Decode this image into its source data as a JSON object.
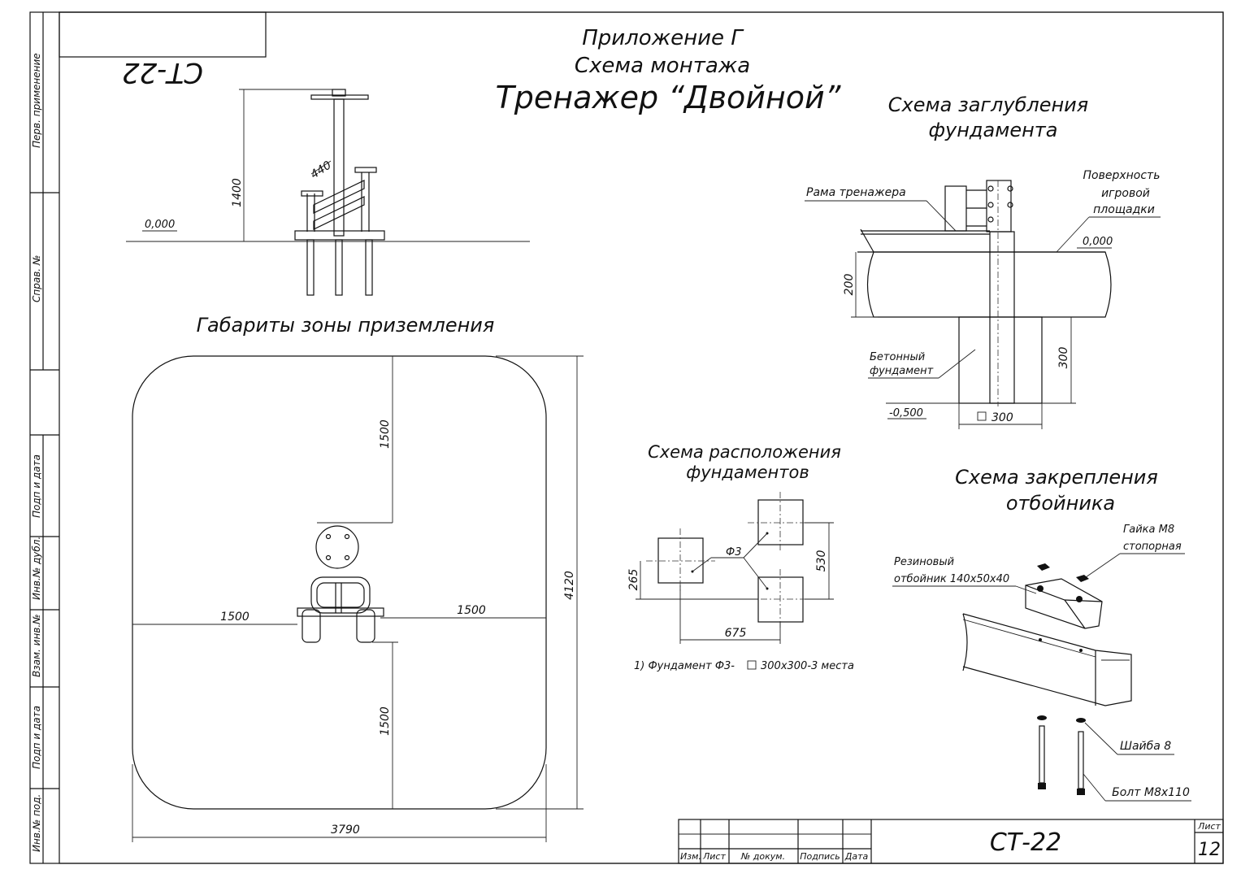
{
  "sheet": {
    "code_mirrored": "СТ-22",
    "appendix": "Приложение Г",
    "scheme_title": "Схема монтажа",
    "product_title": "Тренажер “Двойной”"
  },
  "side_stamp": {
    "first_use": "Перв. применение",
    "ref_no": "Справ. №",
    "sign_date_1": "Подп и дата",
    "dup_inv": "Инв.№ дубл.",
    "replace_inv": "Взам. инв.№",
    "sign_date_2": "Подп и дата",
    "orig_inv": "Инв.№ под."
  },
  "elevation": {
    "level": "0,000",
    "height": "1400",
    "width": "440"
  },
  "landing_zone": {
    "title": "Габариты зоны приземления",
    "dim_top": "1500",
    "dim_bottom": "1500",
    "dim_left": "1500",
    "dim_right": "1500",
    "dim_height": "4120",
    "dim_width": "3790"
  },
  "foundation_depth": {
    "title_line1": "Схема заглубления",
    "title_line2": "фундамента",
    "frame_label": "Рама тренажера",
    "surface_line1": "Поверхность",
    "surface_line2": "игровой",
    "surface_line3": "площадки",
    "level_top": "0,000",
    "dim_200": "200",
    "dim_300": "300",
    "concrete_line1": "Бетонный",
    "concrete_line2": "фундамент",
    "level_bottom": "-0,500",
    "width_label": "300"
  },
  "foundation_layout": {
    "title_line1": "Схема расположения",
    "title_line2": "фундаментов",
    "marker": "Ф3",
    "dim_265": "265",
    "dim_530": "530",
    "dim_675": "675",
    "note_prefix": "1) Фундамент Ф3-",
    "note_suffix": "300х300-3 места"
  },
  "bumper": {
    "title_line1": "Схема закрепления",
    "title_line2": "отбойника",
    "nut_line1": "Гайка М8",
    "nut_line2": "стопорная",
    "rubber_line1": "Резиновый",
    "rubber_line2": "отбойник 140х50х40",
    "washer": "Шайба 8",
    "bolt": "Болт М8х110"
  },
  "title_block": {
    "izm": "Изм.",
    "list": "Лист",
    "doc_no": "№ докум.",
    "signature": "Подпись",
    "date": "Дата",
    "code": "СТ-22",
    "sheet_label": "Лист",
    "sheet_number": "12"
  }
}
